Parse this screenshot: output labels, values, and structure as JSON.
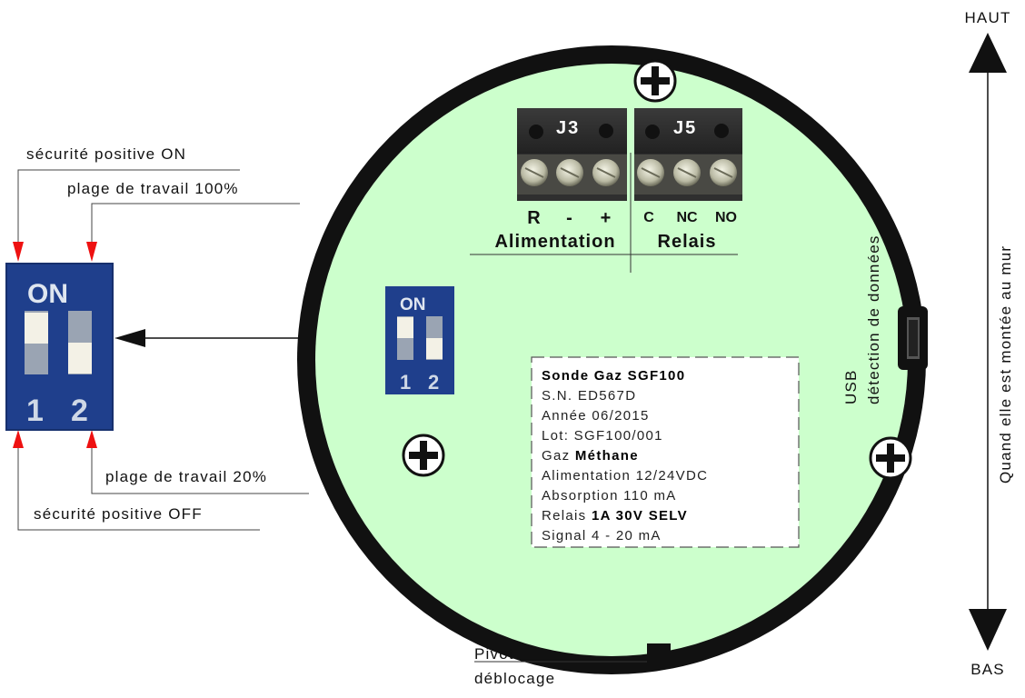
{
  "labels": {
    "secu_on": "sécurité positive ON",
    "plage_100": "plage de travail 100%",
    "plage_20": "plage de travail 20%",
    "secu_off": "sécurité positive OFF",
    "top": "HAUT",
    "bottom": "BAS",
    "wall_note": "Quand elle est montée au mur",
    "usb": "USB",
    "usb_detect": "détection de données",
    "pivot_line1": "Pivot",
    "pivot_line2": "déblocage"
  },
  "dip_switch": {
    "on_label": "ON",
    "num1": "1",
    "num2": "2",
    "switch1_position": "up",
    "switch2_position": "down"
  },
  "connectors": {
    "j3_header": "J3",
    "j5_header": "J5",
    "j3_terminals": [
      "R",
      "-",
      "+"
    ],
    "j5_terminals": [
      "C",
      "NC",
      "NO"
    ],
    "j3_group_label": "Alimentation",
    "j5_group_label": "Relais"
  },
  "plate": {
    "title": "Sonde Gaz  SGF100",
    "serial": "S.N.  ED567D",
    "year": "Année  06/2015",
    "lot": "Lot:  SGF100/001",
    "gas_label": "Gaz ",
    "gas_value": "Méthane",
    "supply": "Alimentation  12/24VDC",
    "absorption": "Absorption  110  mA",
    "relay_label": "Relais ",
    "relay_value": "1A  30V  SELV",
    "signal": "Signal 4  -  20  mA"
  },
  "colors": {
    "board": "#ccffcc",
    "ring": "#111111",
    "dip_blue": "#1f3f8c",
    "terminal_body": "#2f2f2f",
    "arrow_red": "#ee1111"
  }
}
